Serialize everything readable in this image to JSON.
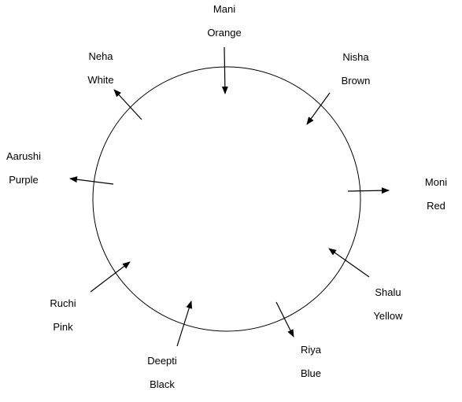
{
  "diagram": {
    "line_color": "#000000",
    "people": [
      {
        "name": "Mani",
        "color": "Orange",
        "arrow": "inward"
      },
      {
        "name": "Nisha",
        "color": "Brown",
        "arrow": "inward"
      },
      {
        "name": "Moni",
        "color": "Red",
        "arrow": "outward"
      },
      {
        "name": "Shalu",
        "color": "Yellow",
        "arrow": "inward"
      },
      {
        "name": "Riya",
        "color": "Blue",
        "arrow": "outward"
      },
      {
        "name": "Deepti",
        "color": "Black",
        "arrow": "inward"
      },
      {
        "name": "Ruchi",
        "color": "Pink",
        "arrow": "inward"
      },
      {
        "name": "Aarushi",
        "color": "Purple",
        "arrow": "outward"
      },
      {
        "name": "Neha",
        "color": "White",
        "arrow": "outward"
      }
    ]
  }
}
